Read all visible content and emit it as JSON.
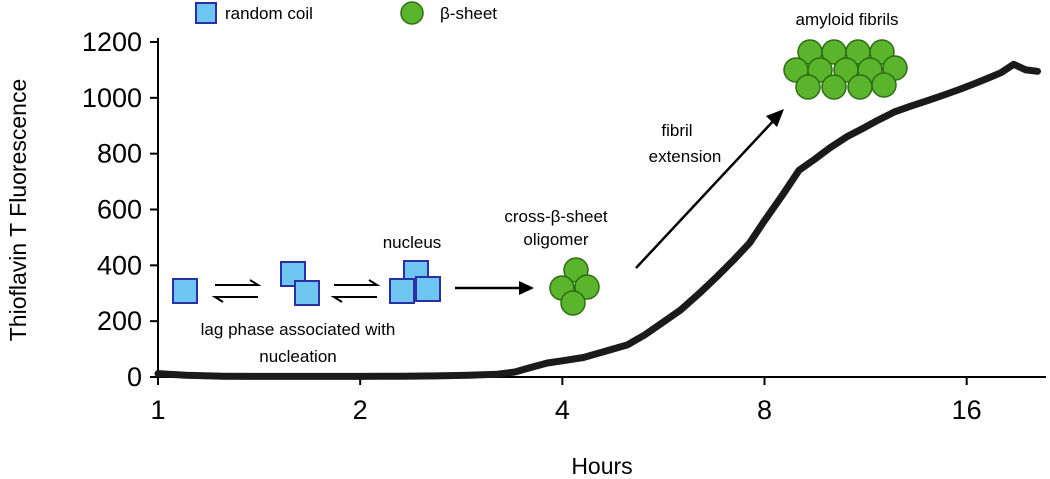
{
  "chart_data": {
    "type": "line",
    "title": "",
    "xlabel": "Hours",
    "ylabel": "Thioflavin T Fluorescence",
    "x_scale": "log2",
    "xlim": [
      1,
      21
    ],
    "ylim": [
      0,
      1200
    ],
    "x_ticks": [
      1,
      2,
      4,
      8,
      16
    ],
    "y_ticks": [
      0,
      200,
      400,
      600,
      800,
      1000,
      1200
    ],
    "grid": false,
    "line_color": "#1a1a1a",
    "series": [
      {
        "x": [
          1.0,
          1.1,
          1.25,
          1.4,
          1.6,
          1.8,
          2.0,
          2.3,
          2.6,
          2.9,
          3.2,
          3.4,
          3.6,
          3.8,
          4.0,
          4.3,
          4.6,
          5.0,
          5.3,
          5.6,
          6.0,
          6.4,
          6.8,
          7.2,
          7.6,
          8.0,
          8.5,
          9.0,
          9.5,
          10.0,
          10.6,
          11.2,
          11.8,
          12.5,
          13.2,
          14.0,
          14.8,
          15.6,
          16.4,
          17.2,
          18.0,
          18.8,
          19.6,
          20.4
        ],
        "y": [
          12,
          6,
          3,
          2,
          2,
          2,
          2,
          3,
          4,
          6,
          10,
          18,
          35,
          50,
          58,
          70,
          90,
          115,
          150,
          190,
          240,
          300,
          360,
          420,
          480,
          560,
          650,
          740,
          780,
          820,
          860,
          890,
          920,
          950,
          970,
          990,
          1010,
          1030,
          1050,
          1070,
          1090,
          1120,
          1100,
          1095
        ]
      }
    ],
    "legend": {
      "placement": "top-left",
      "items": [
        {
          "label": "random coil",
          "marker": "square",
          "color": "#6ec6f0",
          "edge": "#2a2fa8"
        },
        {
          "label": "β-sheet",
          "marker": "circle",
          "color": "#5ab52c",
          "edge": "#2d6e14"
        }
      ]
    },
    "annotations": {
      "lag_phase_line1": "lag phase associated with",
      "lag_phase_line2": "nucleation",
      "nucleus": "nucleus",
      "oligomer_line1": "cross-β-sheet",
      "oligomer_line2": "oligomer",
      "extension_line1": "fibril",
      "extension_line2": "extension",
      "fibrils": "amyloid fibrils"
    },
    "colors": {
      "coil_fill": "#6ec6f0",
      "coil_edge": "#2a2fa8",
      "sheet_fill": "#5ab52c",
      "sheet_edge": "#2d6e14"
    }
  }
}
